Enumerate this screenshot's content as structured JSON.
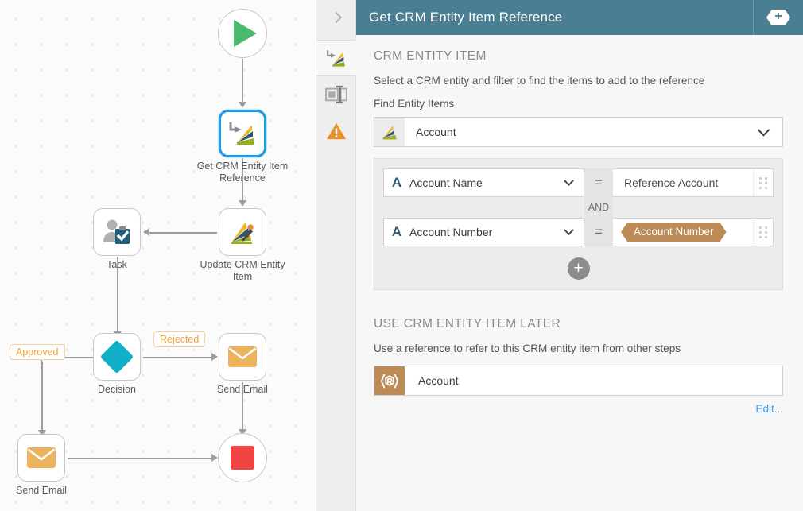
{
  "canvas": {
    "nodes": [
      {
        "id": "start",
        "label": "",
        "icon": "play-icon"
      },
      {
        "id": "getcrm",
        "label": "Get CRM Entity Item\nReference",
        "icon": "crm-get-reference-icon",
        "selected": true
      },
      {
        "id": "updatecrm",
        "label": "Update CRM Entity\nItem",
        "icon": "crm-update-icon"
      },
      {
        "id": "task",
        "label": "Task",
        "icon": "task-user-icon"
      },
      {
        "id": "decision",
        "label": "Decision",
        "icon": "decision-diamond-icon"
      },
      {
        "id": "email1",
        "label": "Send Email",
        "icon": "envelope-icon"
      },
      {
        "id": "email2",
        "label": "Send Email",
        "icon": "envelope-icon"
      },
      {
        "id": "stop",
        "label": "",
        "icon": "stop-icon"
      }
    ],
    "edge_labels": [
      {
        "id": "approved",
        "text": "Approved"
      },
      {
        "id": "rejected",
        "text": "Rejected"
      }
    ]
  },
  "panel": {
    "title": "Get CRM Entity Item Reference",
    "collapse_icon": "chevron-right-icon",
    "add_icon": "hex-plus-icon",
    "tabs": [
      {
        "id": "crm",
        "icon": "crm-get-reference-icon",
        "active": true
      },
      {
        "id": "inputs",
        "icon": "text-input-icon",
        "active": false
      },
      {
        "id": "warnings",
        "icon": "warning-triangle-icon",
        "active": false
      }
    ],
    "crm_section": {
      "title": "CRM ENTITY ITEM",
      "description": "Select a CRM entity and filter to find the items to add to the reference",
      "field_label": "Find Entity Items",
      "entity": {
        "value": "Account",
        "icon": "crm-entity-icon",
        "chevron": "chevron-down-icon"
      },
      "filters": [
        {
          "field": "Account Name",
          "field_type_icon": "A",
          "operator": "=",
          "value": "Reference Account",
          "value_is_token": false,
          "handle_icon": "drag-handle-icon"
        },
        {
          "field": "Account Number",
          "field_type_icon": "A",
          "operator": "=",
          "value": "Account Number",
          "value_is_token": true,
          "handle_icon": "drag-handle-icon"
        }
      ],
      "conjunction": "AND",
      "add_filter_label": "+"
    },
    "later_section": {
      "title": "USE CRM ENTITY ITEM LATER",
      "description": "Use a reference to refer to this CRM entity item from other steps",
      "reference": {
        "value": "Account",
        "icon": "reference-hex-icon"
      },
      "edit_label": "Edit..."
    }
  },
  "colors": {
    "header_teal": "#4a7e93",
    "token_tan": "#bd8b55",
    "selected_blue": "#1e9ae6",
    "start_green": "#49b96d",
    "stop_red": "#f04542",
    "decision_teal": "#12b0c6",
    "envelope_orange": "#edb35c",
    "link_blue": "#3d9ae8",
    "warning_orange": "#e8922e"
  }
}
